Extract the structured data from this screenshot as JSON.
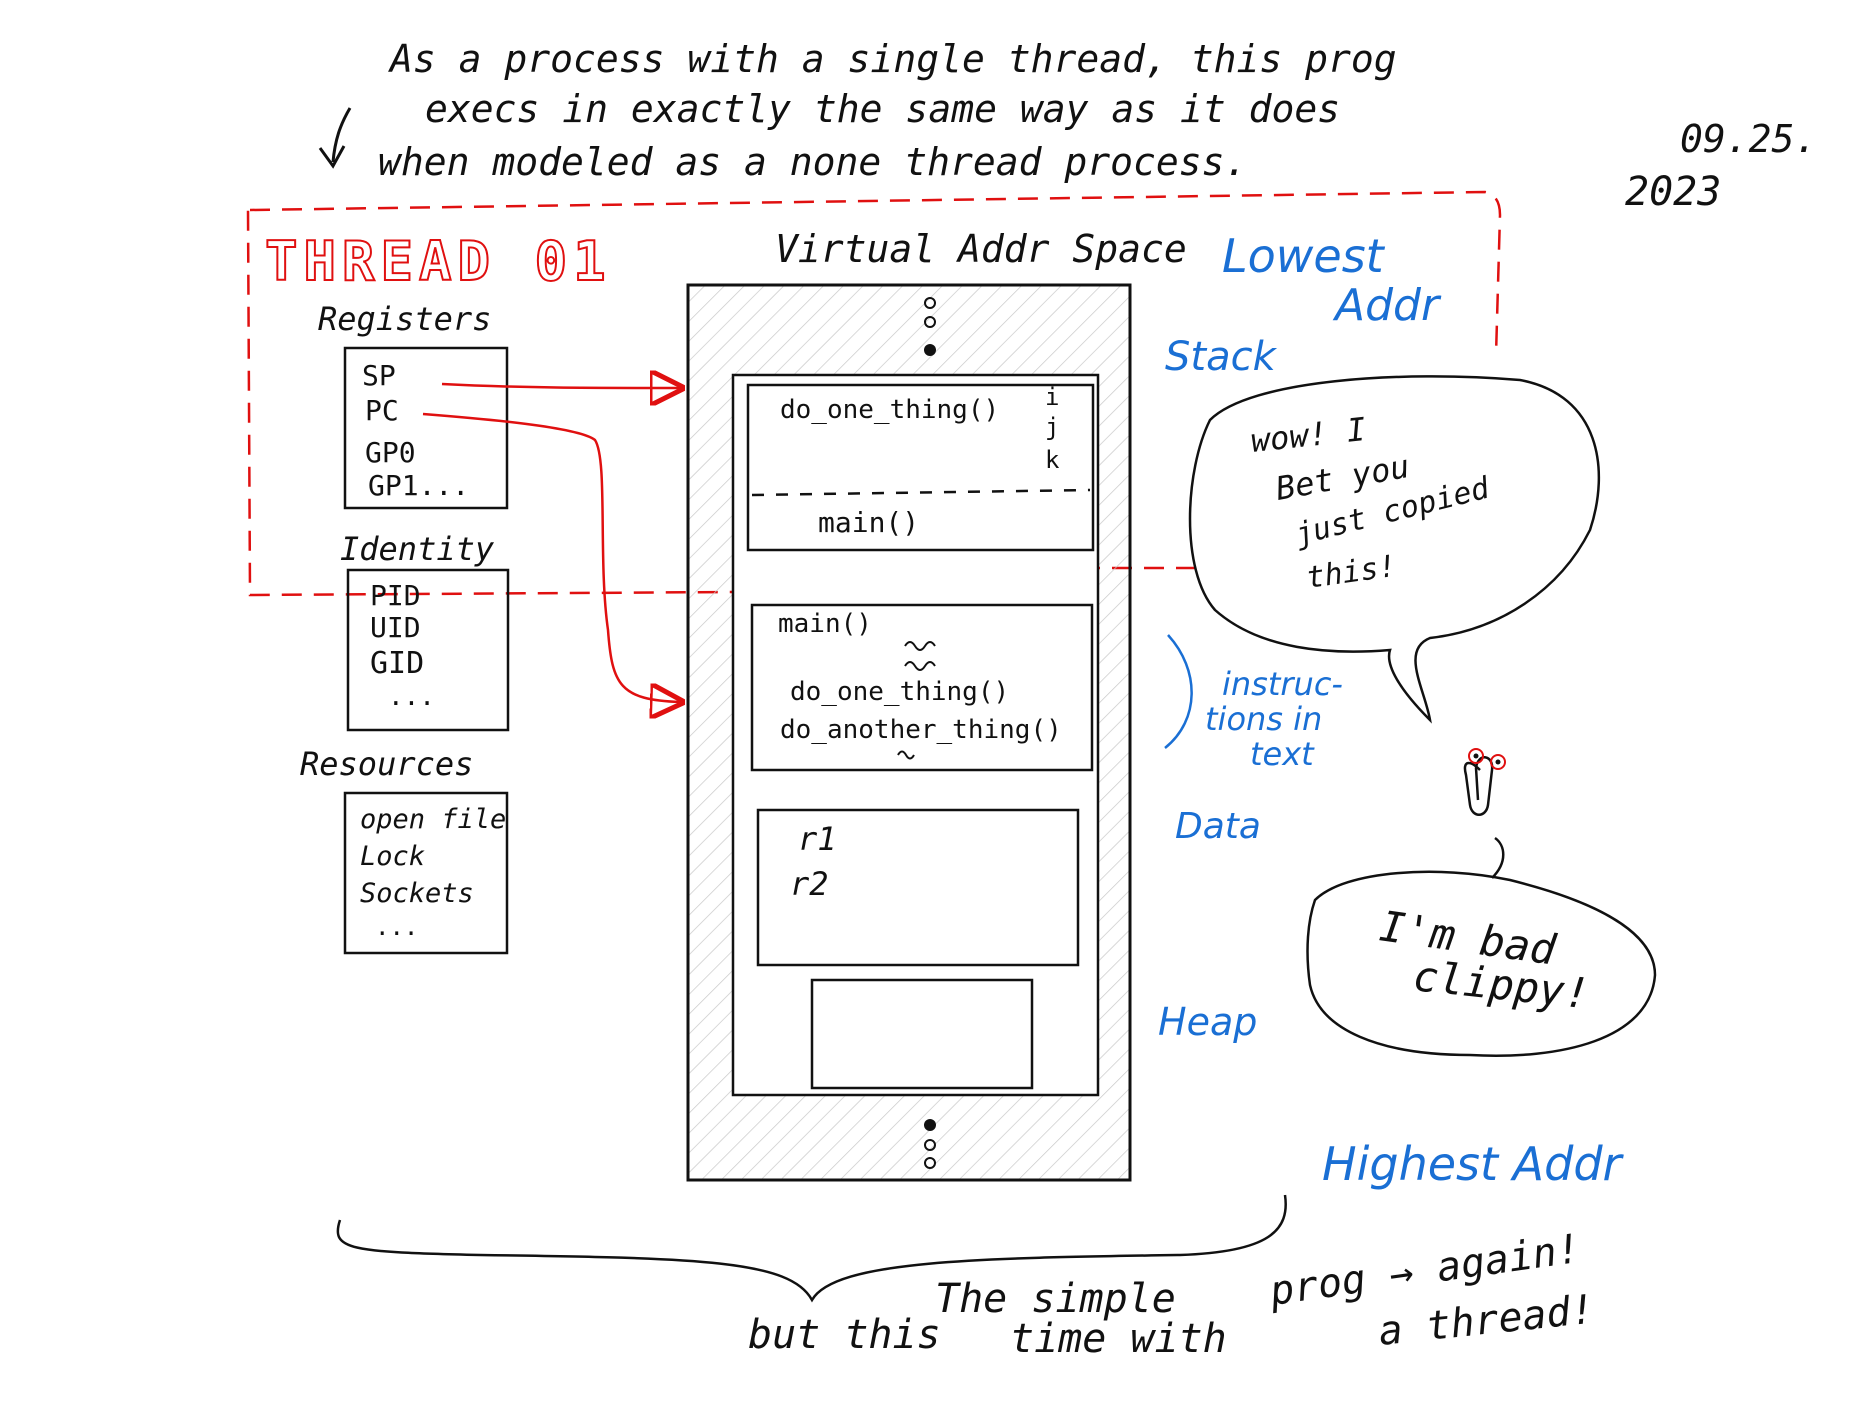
{
  "header": {
    "line1": "As a process with a single thread, this prog",
    "line2": "execs in exactly the same way as it does",
    "line3": "when modeled as a none thread process.",
    "date_line1": "09.25.",
    "date_line2": "2023"
  },
  "thread": {
    "title": "THREAD 01",
    "registers_label": "Registers",
    "registers": [
      "SP",
      "PC",
      "GP0",
      "GP1..."
    ],
    "identity_label": "Identity",
    "identity": [
      "PID",
      "UID",
      "GID",
      "..."
    ],
    "resources_label": "Resources",
    "resources": [
      "open file",
      "Lock",
      "Sockets",
      "..."
    ]
  },
  "address_space": {
    "title": "Virtual Addr Space",
    "lowest": [
      "Lowest",
      "Addr"
    ],
    "highest": "Highest Addr",
    "stack_label": "Stack",
    "stack_frame_top": "do_one_thing()",
    "stack_vars": [
      "i",
      "j",
      "k"
    ],
    "stack_frame_bottom": "main()",
    "text_label": [
      "instruc-",
      "tions in",
      "text"
    ],
    "text_lines": [
      "main()",
      "do_one_thing()",
      "do_another_thing()"
    ],
    "data_label": "Data",
    "data_lines": [
      "r1",
      "r2"
    ],
    "heap_label": "Heap"
  },
  "bubbles": {
    "wow": [
      "wow! I",
      "Bet you",
      "just copied",
      "this!"
    ],
    "clippy": [
      "I'm bad",
      "clippy!"
    ]
  },
  "footer": {
    "left": "but this",
    "center": [
      "The simple",
      "time with"
    ],
    "right": [
      "prog → again!",
      "a thread!"
    ]
  },
  "colors": {
    "ink": "#111111",
    "red": "#e01010",
    "blue": "#1a6fd4"
  }
}
